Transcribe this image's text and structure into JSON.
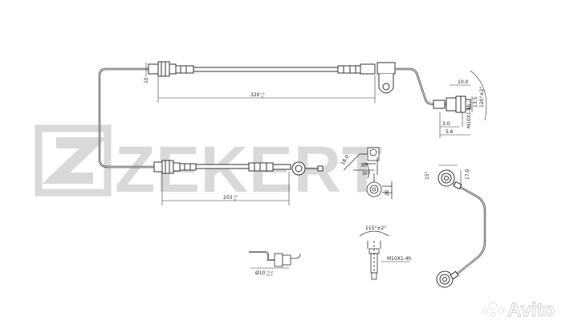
{
  "watermark": {
    "brand": "ZEKERT"
  },
  "badge": {
    "text": "Avito",
    "dot_colors": [
      "#00aaff",
      "#97cf26",
      "#ff6163",
      "#a169f7"
    ]
  },
  "dimensions": {
    "upper_hose_length": "320",
    "upper_hose_tol": "+5\n-2",
    "lower_hose_length": "203",
    "lower_hose_tol": "+5\n-2",
    "d_upper": "10",
    "dim_10": "10.0",
    "dim_30": "3.0",
    "dim_56": "5.6",
    "thread_upper": "M10X1-4h",
    "angle_120": "120°±2°",
    "dim_135": "13.5",
    "angle_15": "15°",
    "dim_170": "17.0",
    "angle_30a": "30°",
    "angle_30b": "30°",
    "dim_20": "20",
    "dim_18": "18.0",
    "angle_115": "115°±2°",
    "thread_lower": "M10X1-4h",
    "diameter_bottom": "Ø10",
    "diameter_bottom_tol": "+0.2\n+0.1"
  },
  "colors": {
    "line": "#333333",
    "watermark": "#d9d9d9"
  }
}
